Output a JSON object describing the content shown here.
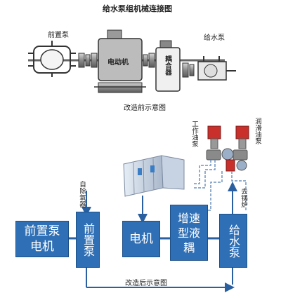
{
  "colors": {
    "box_fill": "#2f6fb5",
    "box_border": "#1d4f88",
    "connector": "#2a5fa0",
    "oil_line": "#6e93bf",
    "device_red": "#c9302c",
    "motor_body": "#a0a0a0"
  },
  "top": {
    "title": "给水泵组机械连接图",
    "front_pump_label": "前置泵",
    "feed_pump_label": "给水泵",
    "motor_label": "电动机",
    "coupling_label": "耦合器",
    "caption": "改造前示意图"
  },
  "bottom": {
    "oil_pump_work": "工作油泵",
    "oil_pump_lube": "润滑油泵",
    "deaerator": "自除氧器",
    "to_boiler": "去锅炉",
    "box_front_motor_line1": "前置泵",
    "box_front_motor_line2": "电机",
    "box_front_pump": "前置泵",
    "box_motor": "电机",
    "box_coupling": "增速型液耦",
    "box_feed_pump": "给水泵",
    "caption": "改造后示意图"
  }
}
